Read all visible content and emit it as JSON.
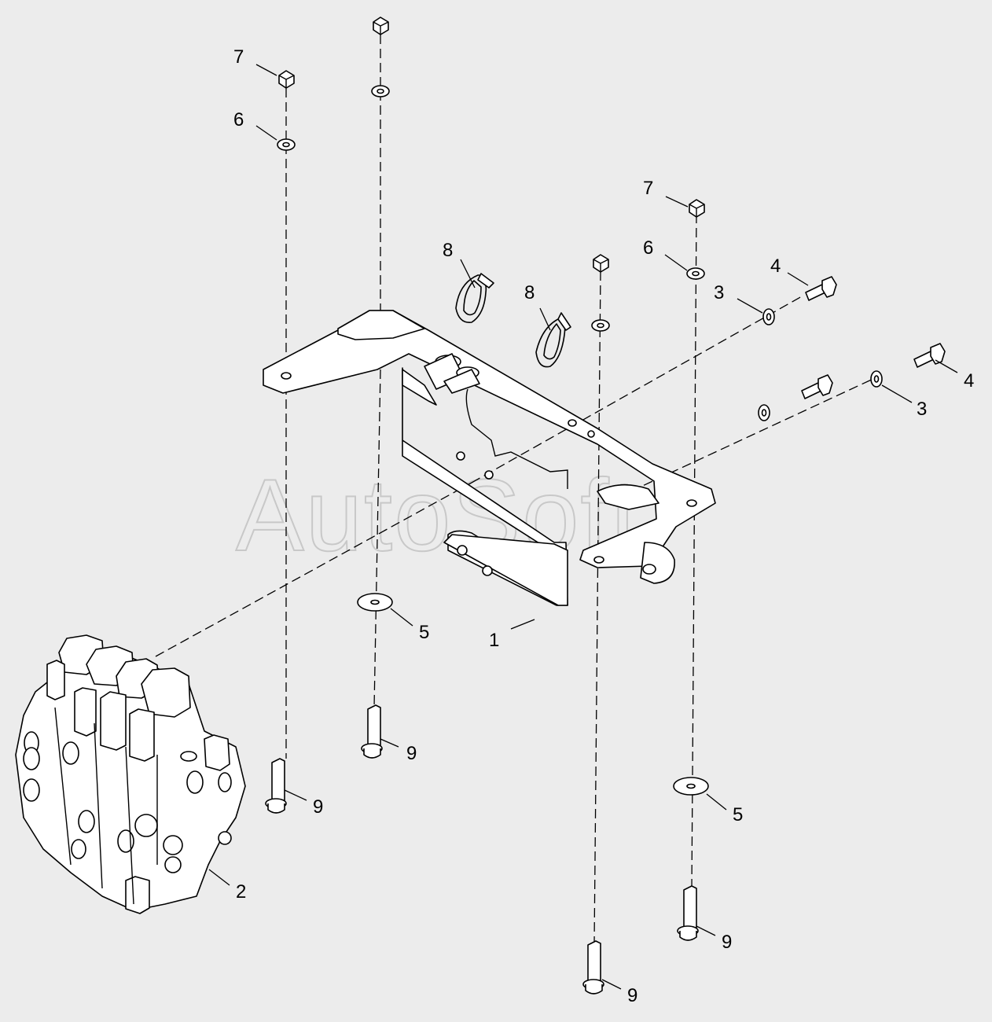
{
  "watermark": "AutoSoft",
  "callouts": [
    {
      "id": "c7a",
      "label": "7"
    },
    {
      "id": "c6a",
      "label": "6"
    },
    {
      "id": "c7b",
      "label": "7"
    },
    {
      "id": "c6b",
      "label": "6"
    },
    {
      "id": "c8a",
      "label": "8"
    },
    {
      "id": "c8b",
      "label": "8"
    },
    {
      "id": "c4a",
      "label": "4"
    },
    {
      "id": "c3a",
      "label": "3"
    },
    {
      "id": "c4b",
      "label": "4"
    },
    {
      "id": "c3b",
      "label": "3"
    },
    {
      "id": "c5a",
      "label": "5"
    },
    {
      "id": "c1",
      "label": "1"
    },
    {
      "id": "c9a",
      "label": "9"
    },
    {
      "id": "c9b",
      "label": "9"
    },
    {
      "id": "c2",
      "label": "2"
    },
    {
      "id": "c5b",
      "label": "5"
    },
    {
      "id": "c9c",
      "label": "9"
    },
    {
      "id": "c9d",
      "label": "9"
    }
  ]
}
